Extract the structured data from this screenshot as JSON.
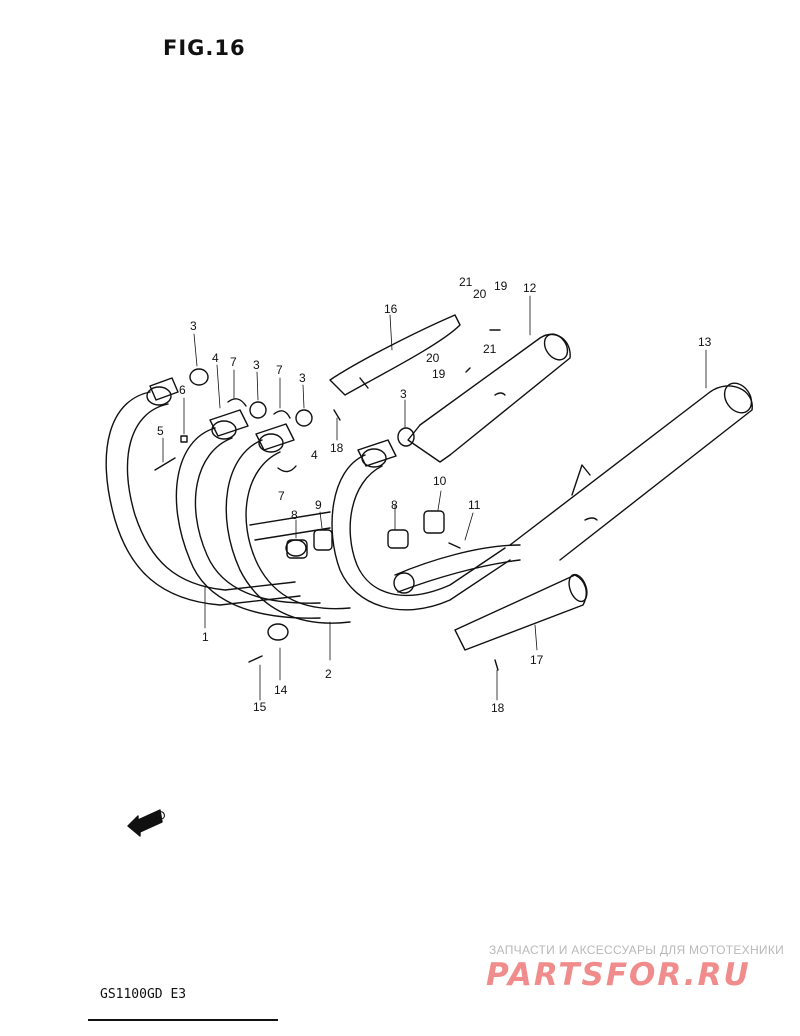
{
  "figure": {
    "title": "FIG.16"
  },
  "model": {
    "code": "GS1100GD  E3"
  },
  "watermark": {
    "line1": "ЗАПЧАСТИ И АКСЕССУАРЫ ДЛЯ МОТОТЕХНИКИ",
    "line2": "PARTSFOR.RU"
  },
  "fwd_label": "FWD",
  "callouts": [
    {
      "id": "c1",
      "label": "1"
    },
    {
      "id": "c2",
      "label": "2"
    },
    {
      "id": "c3a",
      "label": "3"
    },
    {
      "id": "c3b",
      "label": "3"
    },
    {
      "id": "c3c",
      "label": "3"
    },
    {
      "id": "c3d",
      "label": "3"
    },
    {
      "id": "c4a",
      "label": "4"
    },
    {
      "id": "c4b",
      "label": "4"
    },
    {
      "id": "c5",
      "label": "5"
    },
    {
      "id": "c6",
      "label": "6"
    },
    {
      "id": "c7a",
      "label": "7"
    },
    {
      "id": "c7b",
      "label": "7"
    },
    {
      "id": "c7c",
      "label": "7"
    },
    {
      "id": "c8a",
      "label": "8"
    },
    {
      "id": "c8b",
      "label": "8"
    },
    {
      "id": "c9",
      "label": "9"
    },
    {
      "id": "c10",
      "label": "10"
    },
    {
      "id": "c11",
      "label": "11"
    },
    {
      "id": "c12",
      "label": "12"
    },
    {
      "id": "c13",
      "label": "13"
    },
    {
      "id": "c14",
      "label": "14"
    },
    {
      "id": "c15",
      "label": "15"
    },
    {
      "id": "c16",
      "label": "16"
    },
    {
      "id": "c17",
      "label": "17"
    },
    {
      "id": "c18a",
      "label": "18"
    },
    {
      "id": "c18b",
      "label": "18"
    },
    {
      "id": "c19a",
      "label": "19"
    },
    {
      "id": "c19b",
      "label": "19"
    },
    {
      "id": "c20a",
      "label": "20"
    },
    {
      "id": "c20b",
      "label": "20"
    },
    {
      "id": "c21a",
      "label": "21"
    },
    {
      "id": "c21b",
      "label": "21"
    }
  ]
}
